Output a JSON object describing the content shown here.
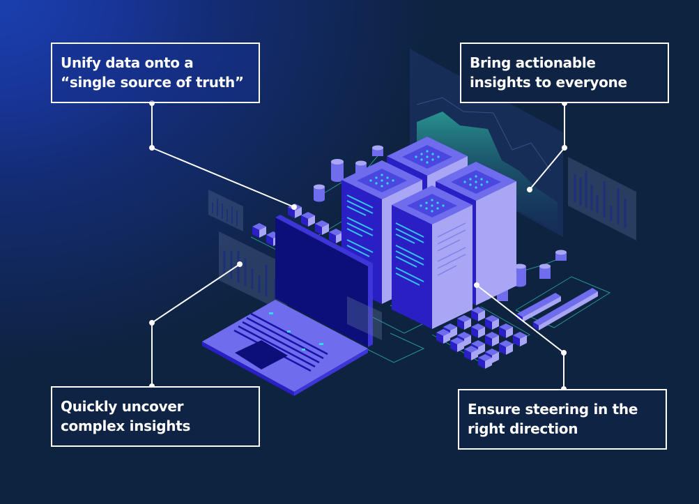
{
  "callouts": [
    {
      "id": "unify",
      "lines": [
        "Unify data onto a",
        "“single source of truth”"
      ]
    },
    {
      "id": "insights",
      "lines": [
        "Bring actionable",
        "insights to everyone"
      ]
    },
    {
      "id": "uncover",
      "lines": [
        "Quickly uncover",
        "complex insights"
      ]
    },
    {
      "id": "steering",
      "lines": [
        "Ensure steering in the",
        "right direction"
      ]
    }
  ],
  "colors": {
    "background_dark": "#0e2340",
    "background_blue": "#1b3fae",
    "server_light": "#a9a6f5",
    "server_mid": "#6f6ced",
    "server_dark": "#2a1fc4",
    "accent_cyan": "#39d5f0",
    "chart_teal": "#1f8a86",
    "connector": "#ffffff"
  }
}
